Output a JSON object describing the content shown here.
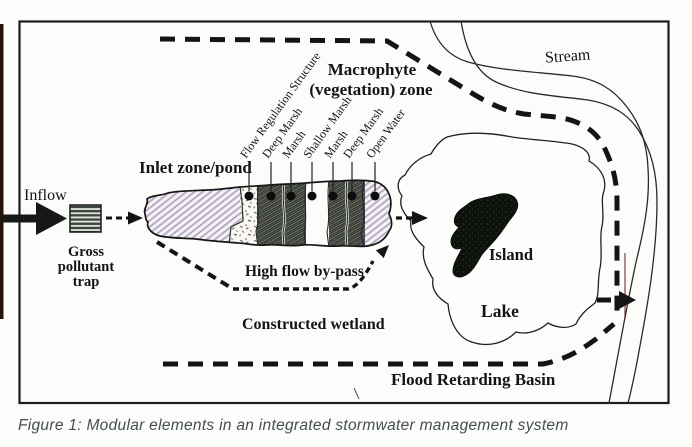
{
  "figure_caption": "Figure 1: Modular elements in an integrated stormwater management system",
  "labels": {
    "inflow": "Inflow",
    "gpt_line1": "Gross",
    "gpt_line2": "pollutant",
    "gpt_line3": "trap",
    "inlet_zone": "Inlet zone/pond",
    "macrophyte_line1": "Macrophyte",
    "macrophyte_line2": "(vegetation) zone",
    "stream": "Stream",
    "high_flow_bypass": "High flow by-pass",
    "constructed_wetland": "Constructed wetland",
    "island": "Island",
    "lake": "Lake",
    "flood_retarding_basin": "Flood Retarding Basin"
  },
  "zones": [
    {
      "label": "Flow Regulation Structure"
    },
    {
      "label": "Deep Marsh"
    },
    {
      "label": "Marsh"
    },
    {
      "label": "Shallow Marsh"
    },
    {
      "label": "Marsh"
    },
    {
      "label": "Deep Marsh"
    },
    {
      "label": "Open Water"
    }
  ],
  "colors": {
    "outline": "#1c1c1c",
    "dash": "#141414",
    "pond_hatch": "#b4aac2",
    "marsh_dark": "#27342a",
    "island_fill": "#0d110c",
    "caption_text": "#44504a"
  }
}
